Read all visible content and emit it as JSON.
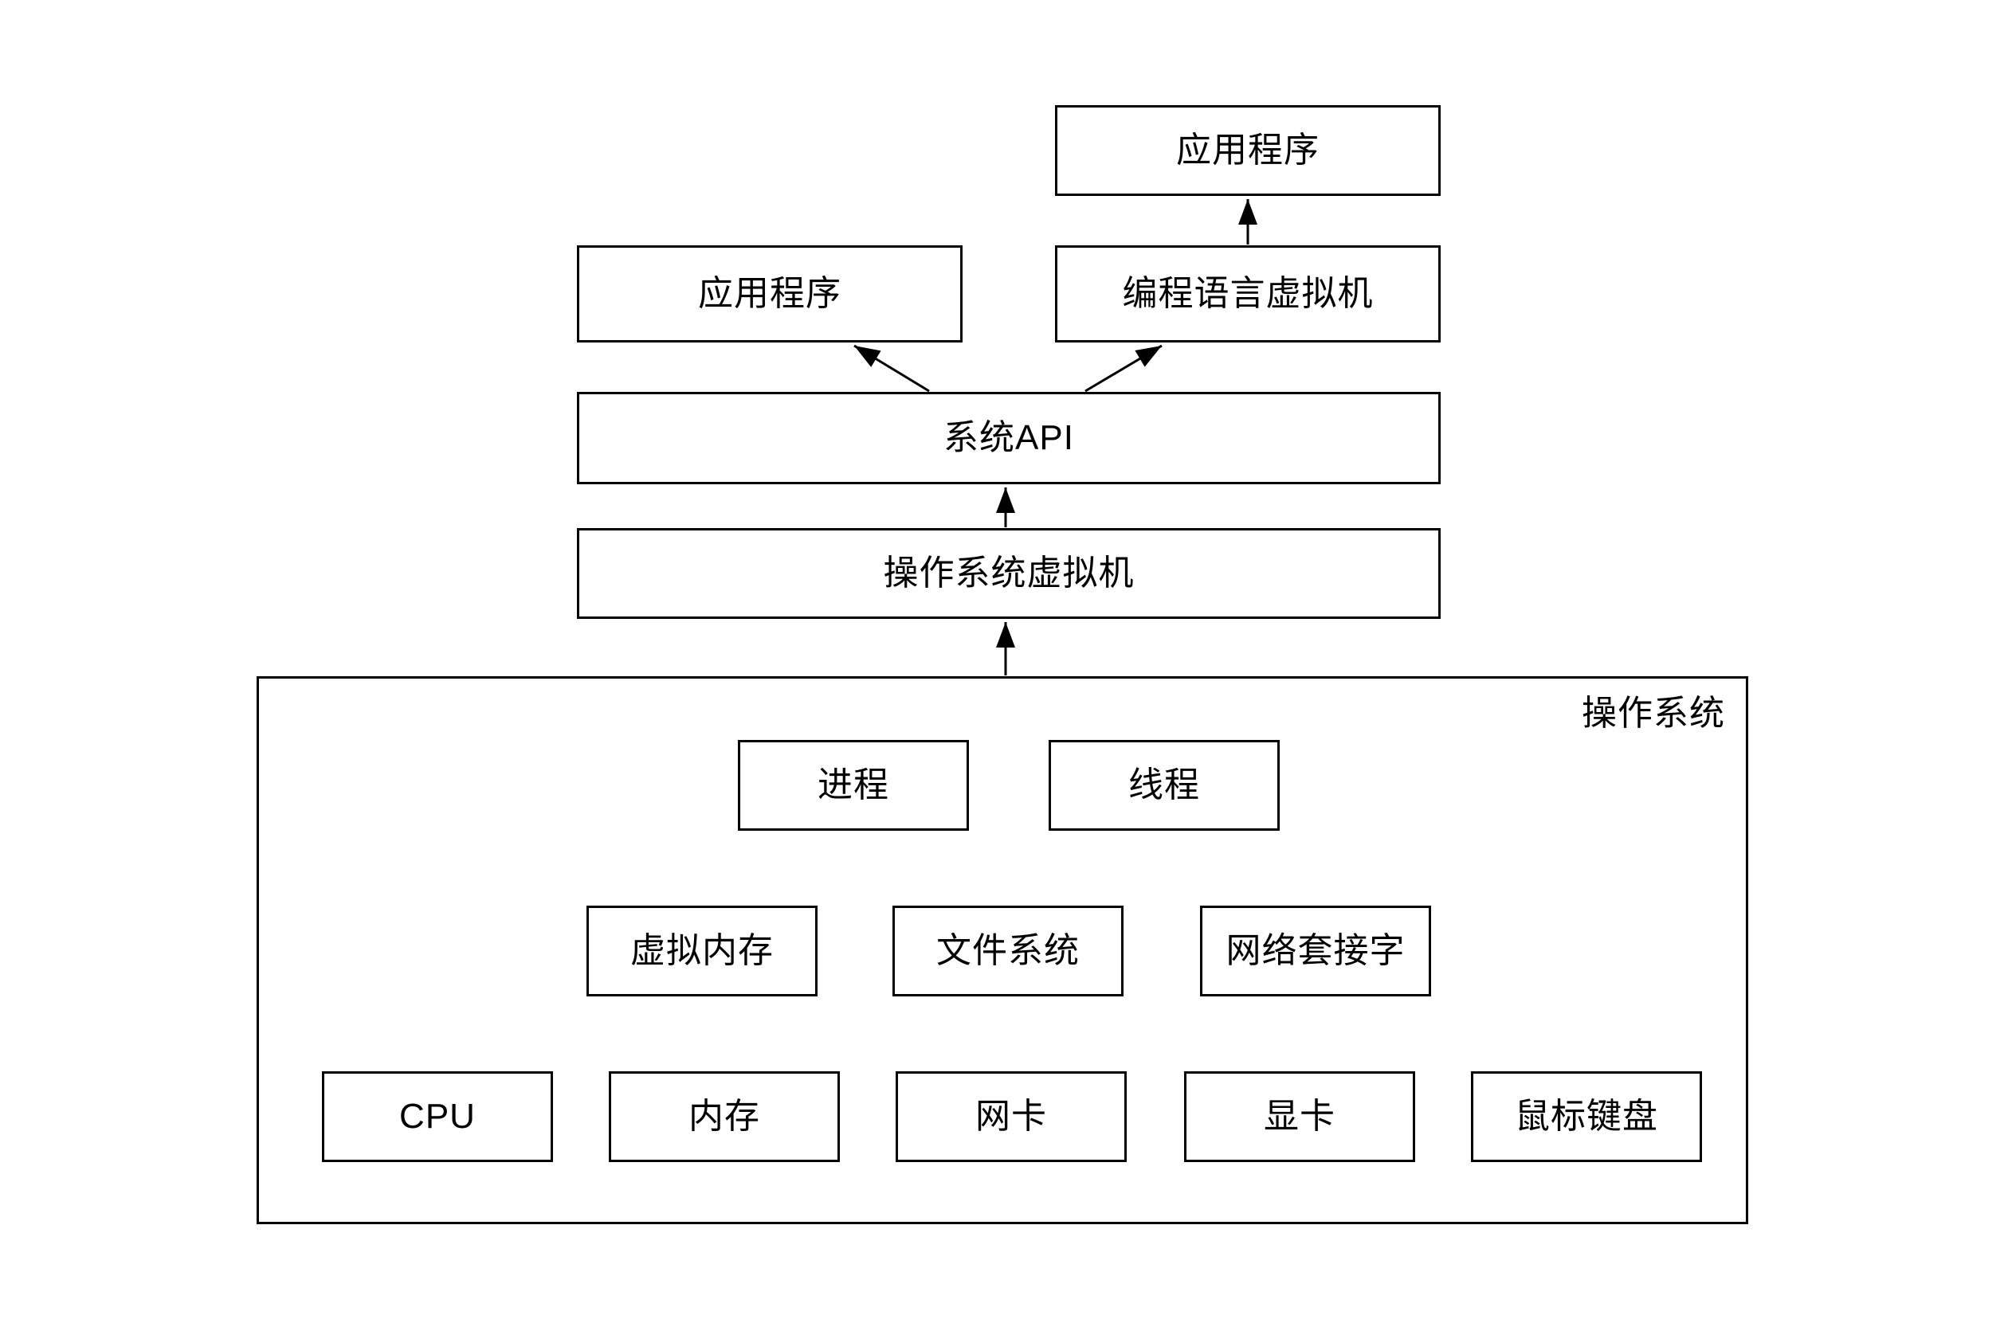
{
  "page": {
    "background": "#ffffff"
  },
  "diagram": {
    "type": "block-diagram",
    "colors": {
      "box_border": "#000000",
      "box_fill": "#ffffff",
      "text": "#000000",
      "arrow": "#000000"
    },
    "nodes": {
      "app_top": {
        "label": "应用程序"
      },
      "app_left": {
        "label": "应用程序"
      },
      "lang_vm": {
        "label": "编程语言虚拟机"
      },
      "system_api": {
        "label": "系统API"
      },
      "os_vm": {
        "label": "操作系统虚拟机"
      },
      "os_container": {
        "label": "操作系统"
      },
      "process": {
        "label": "进程"
      },
      "thread": {
        "label": "线程"
      },
      "virtual_memory": {
        "label": "虚拟内存"
      },
      "file_system": {
        "label": "文件系统"
      },
      "network_socket": {
        "label": "网络套接字"
      },
      "cpu": {
        "label": "CPU"
      },
      "memory": {
        "label": "内存"
      },
      "network_card": {
        "label": "网卡"
      },
      "graphics_card": {
        "label": "显卡"
      },
      "mouse_keyboard": {
        "label": "鼠标键盘"
      }
    },
    "edges": [
      {
        "from": "os_container",
        "to": "os_vm",
        "style": "arrow-up"
      },
      {
        "from": "os_vm",
        "to": "system_api",
        "style": "arrow-up"
      },
      {
        "from": "system_api",
        "to": "app_left",
        "style": "arrow-up-left"
      },
      {
        "from": "system_api",
        "to": "lang_vm",
        "style": "arrow-up-right"
      },
      {
        "from": "lang_vm",
        "to": "app_top",
        "style": "arrow-up"
      }
    ]
  }
}
